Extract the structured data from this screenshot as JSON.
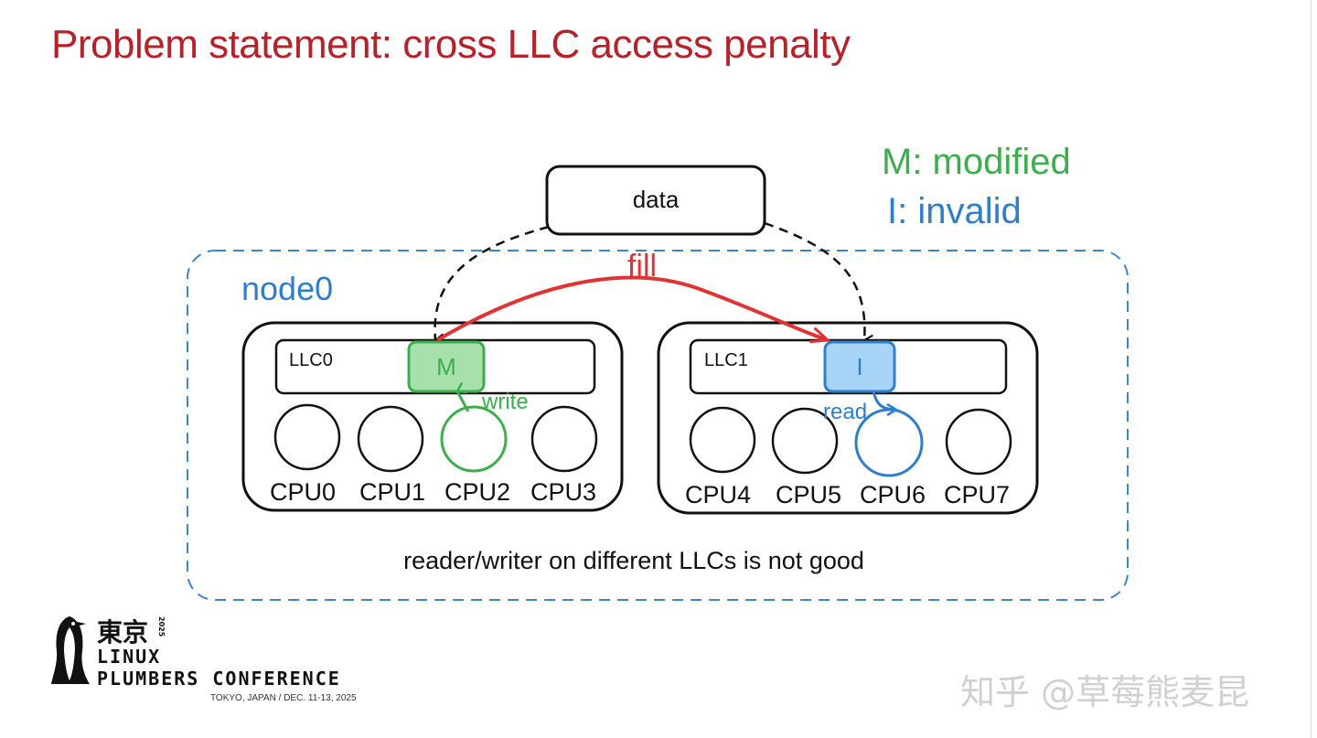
{
  "slide": {
    "title": "Problem statement: cross LLC access penalty"
  },
  "diagram": {
    "data_box_label": "data",
    "node_label": "node0",
    "fill_label": "fill",
    "legend": {
      "modified": "M: modified",
      "invalid": "I: invalid"
    },
    "llc0": {
      "label": "LLC0",
      "line_state": "M",
      "cpus": [
        "CPU0",
        "CPU1",
        "CPU2",
        "CPU3"
      ],
      "access_label": "write"
    },
    "llc1": {
      "label": "LLC1",
      "line_state": "I",
      "cpus": [
        "CPU4",
        "CPU5",
        "CPU6",
        "CPU7"
      ],
      "access_label": "read"
    },
    "caption": "reader/writer on different LLCs is not good",
    "colors": {
      "modified": "#3cae4b",
      "invalid": "#2f7ecb",
      "fill_arrow": "#e03434",
      "node_border": "#3a86c8",
      "title": "#b5222a"
    }
  },
  "logo": {
    "kanji": "東京",
    "year": "2025",
    "line1": "LINUX",
    "line2": "PLUMBERS CONFERENCE",
    "venue": "TOKYO, JAPAN / DEC. 11-13, 2025"
  },
  "watermark": "知乎 @草莓熊麦昆"
}
